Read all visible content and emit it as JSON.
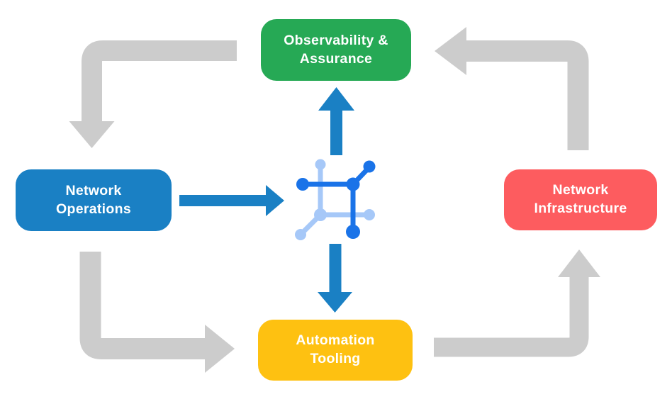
{
  "diagram": {
    "title": "Network automation lifecycle diagram",
    "nodes": {
      "observability": {
        "label": "Observability &\nAssurance",
        "color": "#26a955"
      },
      "operations": {
        "label": "Network\nOperations",
        "color": "#1a80c4"
      },
      "infrastructure": {
        "label": "Network\nInfrastructure",
        "color": "#fd5c5f"
      },
      "automation": {
        "label": "Automation\nTooling",
        "color": "#fec111"
      }
    },
    "center_icon": {
      "name": "network-mesh-icon",
      "dark_blue": "#1a73e8",
      "light_blue": "#a6c8f8"
    },
    "flows": [
      {
        "from": "Observability & Assurance",
        "to": "Network Operations",
        "connector": "gray-elbow-arrow"
      },
      {
        "from": "Network Operations",
        "to": "Automation Tooling",
        "connector": "gray-elbow-arrow"
      },
      {
        "from": "Automation Tooling",
        "to": "Network Infrastructure",
        "connector": "gray-elbow-arrow"
      },
      {
        "from": "Network Infrastructure",
        "to": "Observability & Assurance",
        "connector": "gray-elbow-arrow"
      },
      {
        "from": "Network Operations",
        "to": "center-icon",
        "connector": "blue-arrow"
      },
      {
        "from": "center-icon",
        "to": "Observability & Assurance",
        "connector": "blue-arrow"
      },
      {
        "from": "center-icon",
        "to": "Automation Tooling",
        "connector": "blue-arrow"
      }
    ],
    "colors": {
      "arrow_gray": "#cccccc",
      "arrow_blue": "#1a80c4",
      "label_text": "#ffffff",
      "background": "#ffffff"
    }
  }
}
